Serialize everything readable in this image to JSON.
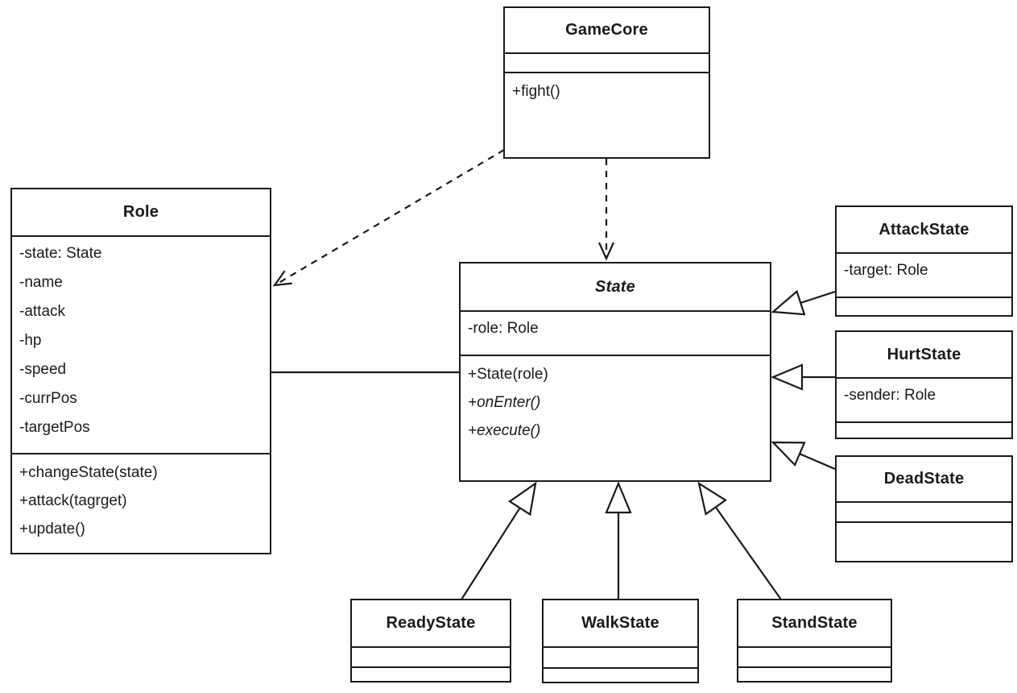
{
  "diagram": {
    "type": "uml-class-diagram",
    "colors": {
      "background": "#ffffff",
      "stroke": "#1a1a1a",
      "fill": "#ffffff",
      "text": "#1a1a1a"
    }
  },
  "classes": {
    "gamecore": {
      "name": "GameCore",
      "attributes": [],
      "methods": [
        "+fight()"
      ]
    },
    "role": {
      "name": "Role",
      "attributes": [
        "-state: State",
        "-name",
        "-attack",
        "-hp",
        "-speed",
        "-currPos",
        "-targetPos"
      ],
      "methods": [
        "+changeState(state)",
        "+attack(tagrget)",
        "+update()"
      ]
    },
    "state": {
      "name": "State",
      "stereotype": "abstract",
      "attributes": [
        "-role: Role"
      ],
      "methods": [
        "+State(role)",
        "+onEnter()",
        "+execute()"
      ]
    },
    "attackstate": {
      "name": "AttackState",
      "attributes": [
        "-target: Role"
      ],
      "methods": []
    },
    "hurtstate": {
      "name": "HurtState",
      "attributes": [
        "-sender: Role"
      ],
      "methods": []
    },
    "deadstate": {
      "name": "DeadState",
      "attributes": [],
      "methods": []
    },
    "readystate": {
      "name": "ReadyState",
      "attributes": [],
      "methods": []
    },
    "walkstate": {
      "name": "WalkState",
      "attributes": [],
      "methods": []
    },
    "standstate": {
      "name": "StandState",
      "attributes": [],
      "methods": []
    }
  },
  "relationships": [
    {
      "from": "GameCore",
      "to": "Role",
      "type": "dependency"
    },
    {
      "from": "GameCore",
      "to": "State",
      "type": "dependency"
    },
    {
      "from": "Role",
      "to": "State",
      "type": "association"
    },
    {
      "from": "AttackState",
      "to": "State",
      "type": "generalization"
    },
    {
      "from": "HurtState",
      "to": "State",
      "type": "generalization"
    },
    {
      "from": "DeadState",
      "to": "State",
      "type": "generalization"
    },
    {
      "from": "ReadyState",
      "to": "State",
      "type": "generalization"
    },
    {
      "from": "WalkState",
      "to": "State",
      "type": "generalization"
    },
    {
      "from": "StandState",
      "to": "State",
      "type": "generalization"
    }
  ]
}
